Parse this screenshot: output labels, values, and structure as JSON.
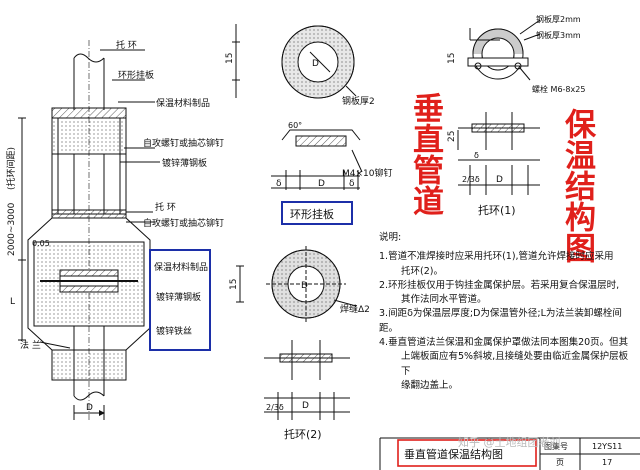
{
  "left_labels": {
    "tuohuan_top": "托  环",
    "huanxing_guaban": "环形挂板",
    "baowen_zhipin": "保温材料制品",
    "luoding_top": "自攻螺钉或抽芯铆钉",
    "dunxin_bo": "镀锌薄钢板",
    "tuohuan_mid": "托  环",
    "luoding_mid": "自攻螺钉或抽芯铆钉",
    "falan": "法  兰",
    "dim_vertical": "2000~3000",
    "dim_vertical_note": "(托环间距)",
    "dim_005": "0.05",
    "dim_L": "L",
    "dim_D": "D"
  },
  "highlight_box": {
    "item1": "保温材料制品",
    "item2": "镀锌薄钢板",
    "item3": "镀锌铁丝"
  },
  "hanger": {
    "label_plate": "钢板厚2",
    "dim_15": "15",
    "dim_D": "D",
    "angle": "60°",
    "rivet": "M4×10铆钉",
    "delta": "δ",
    "title": "环形挂板"
  },
  "ring1": {
    "plate_2mm": "钢板厚2mm",
    "plate_3mm": "钢板厚3mm",
    "bolt": "螺栓 M6-8x25",
    "dim_15": "15",
    "dim_25": "25",
    "dim_delta": "δ",
    "dim_frac": "2/3δ",
    "dim_D": "D",
    "title": "托环(1)"
  },
  "ring2": {
    "weld": "焊缝Δ2",
    "dim_15": "15",
    "dim_D": "D",
    "dim_frac": "2/3δ",
    "title": "托环(2)"
  },
  "red_title_col1": "垂直管道",
  "red_title_col2": "保温结构图",
  "notes": {
    "heading": "说明:",
    "n1a": "1.管道不准焊接时应采用托环(1),管道允许焊接时应采用",
    "n1b": "托环(2)。",
    "n2a": "2.环形挂板仅用于钩挂金属保护层。若采用复合保温层时,",
    "n2b": "其作法同水平管道。",
    "n3": "3.间距δ为保温层厚度;D为保温管外径;L为法兰装卸螺栓间距。",
    "n4a": "4.垂直管道法兰保温和金属保护罩做法同本图集20页。但其",
    "n4b": "上端板面应有5%斜坡,且接缝处要由临近金属保护层板下",
    "n4c": "缘翻边盖上。"
  },
  "title_block": {
    "caption": "垂直管道保温结构图",
    "atlas_label": "图集号",
    "atlas_no": "12YS11",
    "page_label": "页",
    "page_no": "17",
    "watermark": "知乎 @土地组团老刘"
  },
  "colors": {
    "red": "#e0201b",
    "blue_box": "#1c2fa8",
    "line": "#111111"
  }
}
